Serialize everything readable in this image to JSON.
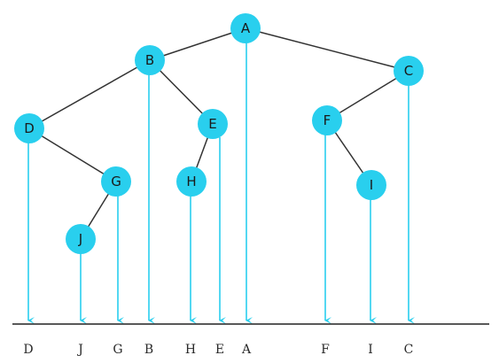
{
  "diagram": {
    "nodes": [
      {
        "id": "A",
        "label": "A"
      },
      {
        "id": "B",
        "label": "B"
      },
      {
        "id": "C",
        "label": "C"
      },
      {
        "id": "D",
        "label": "D"
      },
      {
        "id": "E",
        "label": "E"
      },
      {
        "id": "F",
        "label": "F"
      },
      {
        "id": "G",
        "label": "G"
      },
      {
        "id": "H",
        "label": "H"
      },
      {
        "id": "I",
        "label": "I"
      },
      {
        "id": "J",
        "label": "J"
      }
    ],
    "edges": [
      [
        "A",
        "B"
      ],
      [
        "A",
        "C"
      ],
      [
        "B",
        "D"
      ],
      [
        "B",
        "E"
      ],
      [
        "D",
        "G"
      ],
      [
        "G",
        "J"
      ],
      [
        "E",
        "H"
      ],
      [
        "C",
        "F"
      ],
      [
        "F",
        "I"
      ]
    ],
    "inorder_sequence": [
      "D",
      "J",
      "G",
      "B",
      "H",
      "E",
      "A",
      "F",
      "I",
      "C"
    ],
    "colors": {
      "node_fill": "#29cfee",
      "edge": "#333333",
      "projection": "#29cfee",
      "baseline": "#222222"
    }
  }
}
